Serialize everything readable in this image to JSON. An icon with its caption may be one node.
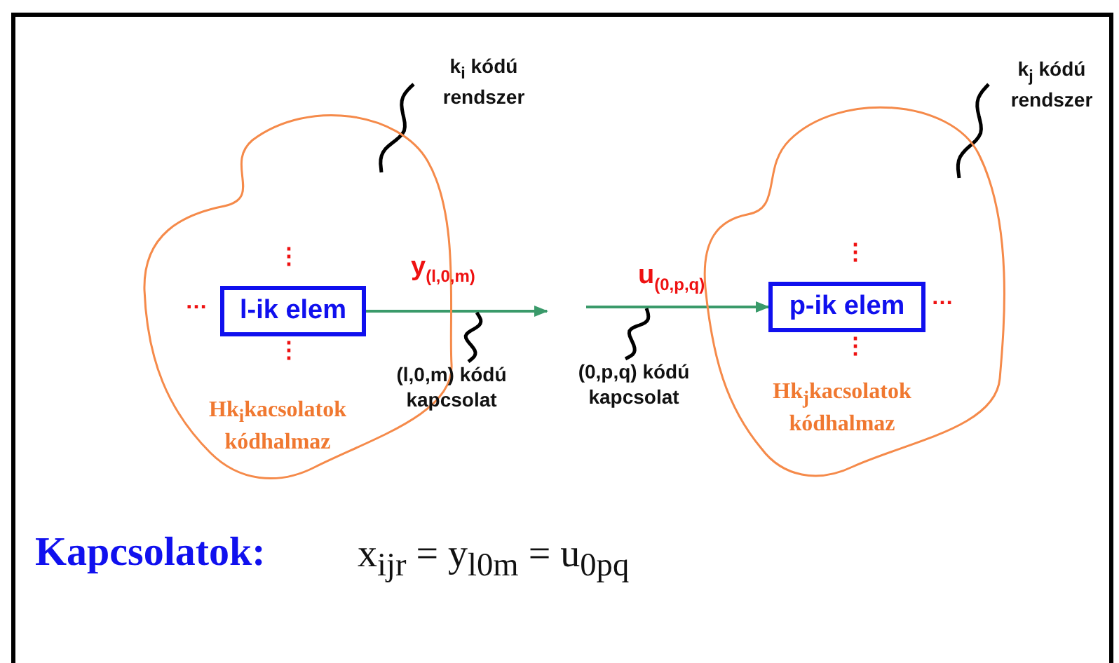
{
  "diagram": {
    "nodes": [
      {
        "text": [
          "Hk$_{i}$kacsolatok kódhalmaz"
        ]
      },
      {
        "text": [
          "l-ik elem"
        ],
        "in": 0,
        "beside": [
          "⋮",
          "…",
          "⋮"
        ]
      },
      {
        "text": [
          "Hk$_{j}$kacsolatok kódhalmaz"
        ]
      },
      {
        "text": [
          "p-ik elem"
        ],
        "in": 2,
        "beside": [
          "⋮",
          "…",
          "⋮"
        ]
      },
      {
        "text": [
          "k$_{i}$ kódú rendszer"
        ]
      },
      {
        "text": [
          "k$_{j}$ kódú rendszer"
        ]
      },
      {
        "text": [
          "(l,0,m) kódú kapcsolat"
        ]
      },
      {
        "text": [
          "(0,p,q) kódú kapcsolat"
        ]
      }
    ],
    "edges": [
      {
        "from": 1,
        "to": null,
        "arrow": "to",
        "label": "y$_{(l,0,m)}$",
        "color": "#3a9a6a"
      },
      {
        "from": null,
        "to": 3,
        "arrow": "to",
        "label": "u$_{(0,p,q)}$",
        "color": "#3a9a6a"
      },
      {
        "from": 4,
        "to": 0,
        "arrow": "none"
      },
      {
        "from": 5,
        "to": 2,
        "arrow": "none"
      },
      {
        "from": 6,
        "to": null,
        "arrow": "none"
      },
      {
        "from": 7,
        "to": null,
        "arrow": "none"
      }
    ],
    "labels": [
      "Kapcsolatok:",
      "x$_{ijr}$ = y$_{l0m}$ = u$_{0pq}$"
    ]
  }
}
